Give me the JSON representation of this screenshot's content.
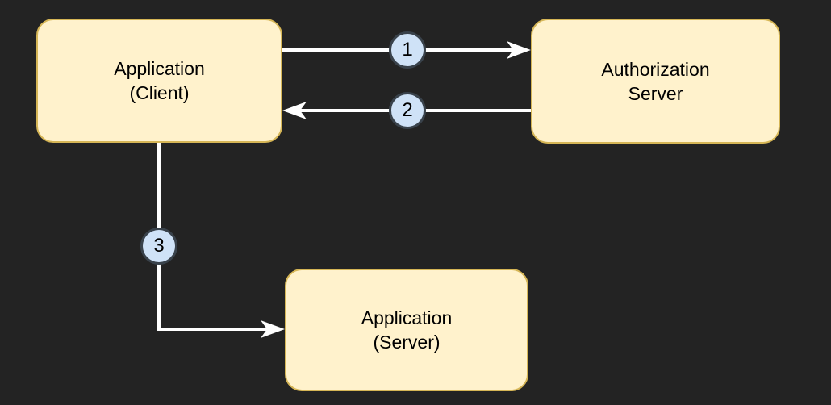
{
  "diagram": {
    "type": "flow-diagram",
    "colors": {
      "background": "#232323",
      "node_fill": "#fff2cc",
      "node_border": "#d6b656",
      "badge_fill": "#cfe2f7",
      "badge_border": "#39424b",
      "connector": "#ffffff",
      "text": "#000000"
    },
    "nodes": [
      {
        "id": "application-client",
        "line1": "Application",
        "line2": "(Client)"
      },
      {
        "id": "authorization-server",
        "line1": "Authorization",
        "line2": "Server"
      },
      {
        "id": "application-server",
        "line1": "Application",
        "line2": "(Server)"
      }
    ],
    "connectors": [
      {
        "step": "1",
        "from": "application-client",
        "to": "authorization-server",
        "direction": "right"
      },
      {
        "step": "2",
        "from": "authorization-server",
        "to": "application-client",
        "direction": "left"
      },
      {
        "step": "3",
        "from": "application-client",
        "to": "application-server",
        "direction": "down-then-right"
      }
    ]
  }
}
